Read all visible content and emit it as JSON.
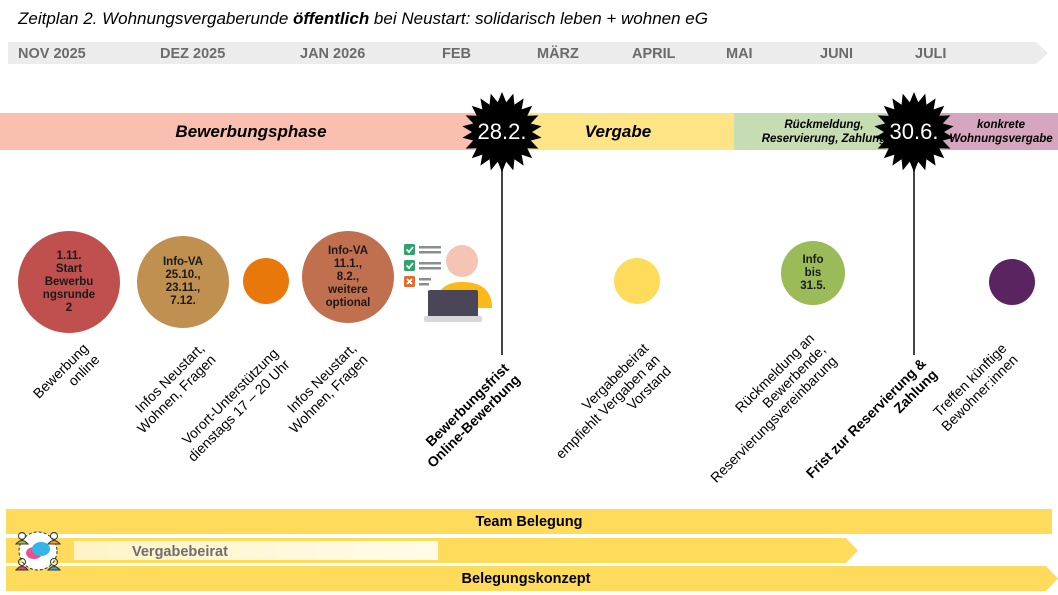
{
  "title": {
    "prefix": "Zeitplan 2. Wohnungsvergaberunde ",
    "emphasis": "öffentlich",
    "suffix": " bei Neustart: solidarisch leben + wohnen eG"
  },
  "months": [
    "NOV 2025",
    "DEZ 2025",
    "JAN 2026",
    "FEB",
    "MÄRZ",
    "APRIL",
    "MAI",
    "JUNI",
    "JULI"
  ],
  "phases": [
    {
      "label": "Bewerbungsphase",
      "color": "#fbbfb0"
    },
    {
      "label": "Vergabe",
      "color": "#fde485"
    },
    {
      "label": "Rückmeldung,\nReservierung, Zahlung",
      "color": "#c6ddb3"
    },
    {
      "label": "konkrete\nWohnungsvergabe",
      "color": "#d5a6bd"
    }
  ],
  "deadlines": [
    {
      "date": "28.2."
    },
    {
      "date": "30.6."
    }
  ],
  "circles": [
    {
      "label": "1.11.\nStart\nBewerbu\nngsrunde\n2",
      "color": "#c0504d"
    },
    {
      "label": "Info-VA\n25.10.,\n23.11.,\n7.12.",
      "color": "#c09050"
    },
    {
      "label": "",
      "color": "#e8780a"
    },
    {
      "label": "Info-VA\n11.1.,\n8.2.,\nweitere\noptional",
      "color": "#c0704f"
    },
    {
      "label": "",
      "color": "#fddc5c"
    },
    {
      "label": "Info\nbis\n31.5.",
      "color": "#9bbb59"
    },
    {
      "label": "",
      "color": "#5a2461"
    }
  ],
  "icons": {
    "applicant_laptop": "online-application-icon",
    "team_chat": "team-discussion-icon"
  },
  "events": [
    {
      "text": "Bewerbung\nonline",
      "bold": false
    },
    {
      "text": "Infos Neustart,\nWohnen, Fragen",
      "bold": false
    },
    {
      "text": "Vorort-Unterstützung\ndienstags 17 – 20 Uhr",
      "bold": false
    },
    {
      "text": "Infos Neustart,\nWohnen, Fragen",
      "bold": false
    },
    {
      "text": "Bewerbungsfrist\nOnline-Bewerbung",
      "bold": true
    },
    {
      "text": "Vergabebeirat\nempfiehlt Vergaben an\nVorstand",
      "bold": false
    },
    {
      "text": "Rückmeldung an\nBewerbende,\nReservierungsvereinbarung",
      "bold": false
    },
    {
      "text": "Frist zur Reservierung &\nZahlung",
      "bold": true
    },
    {
      "text": "Treffen künftige\nBewohner:innen",
      "bold": false
    }
  ],
  "bands": [
    {
      "label": "Team Belegung",
      "color": "#ffdb5c"
    },
    {
      "label": "Vergabebeirat",
      "color": "#ffdb5c"
    },
    {
      "label": "Belegungskonzept",
      "color": "#ffdb5c"
    }
  ]
}
